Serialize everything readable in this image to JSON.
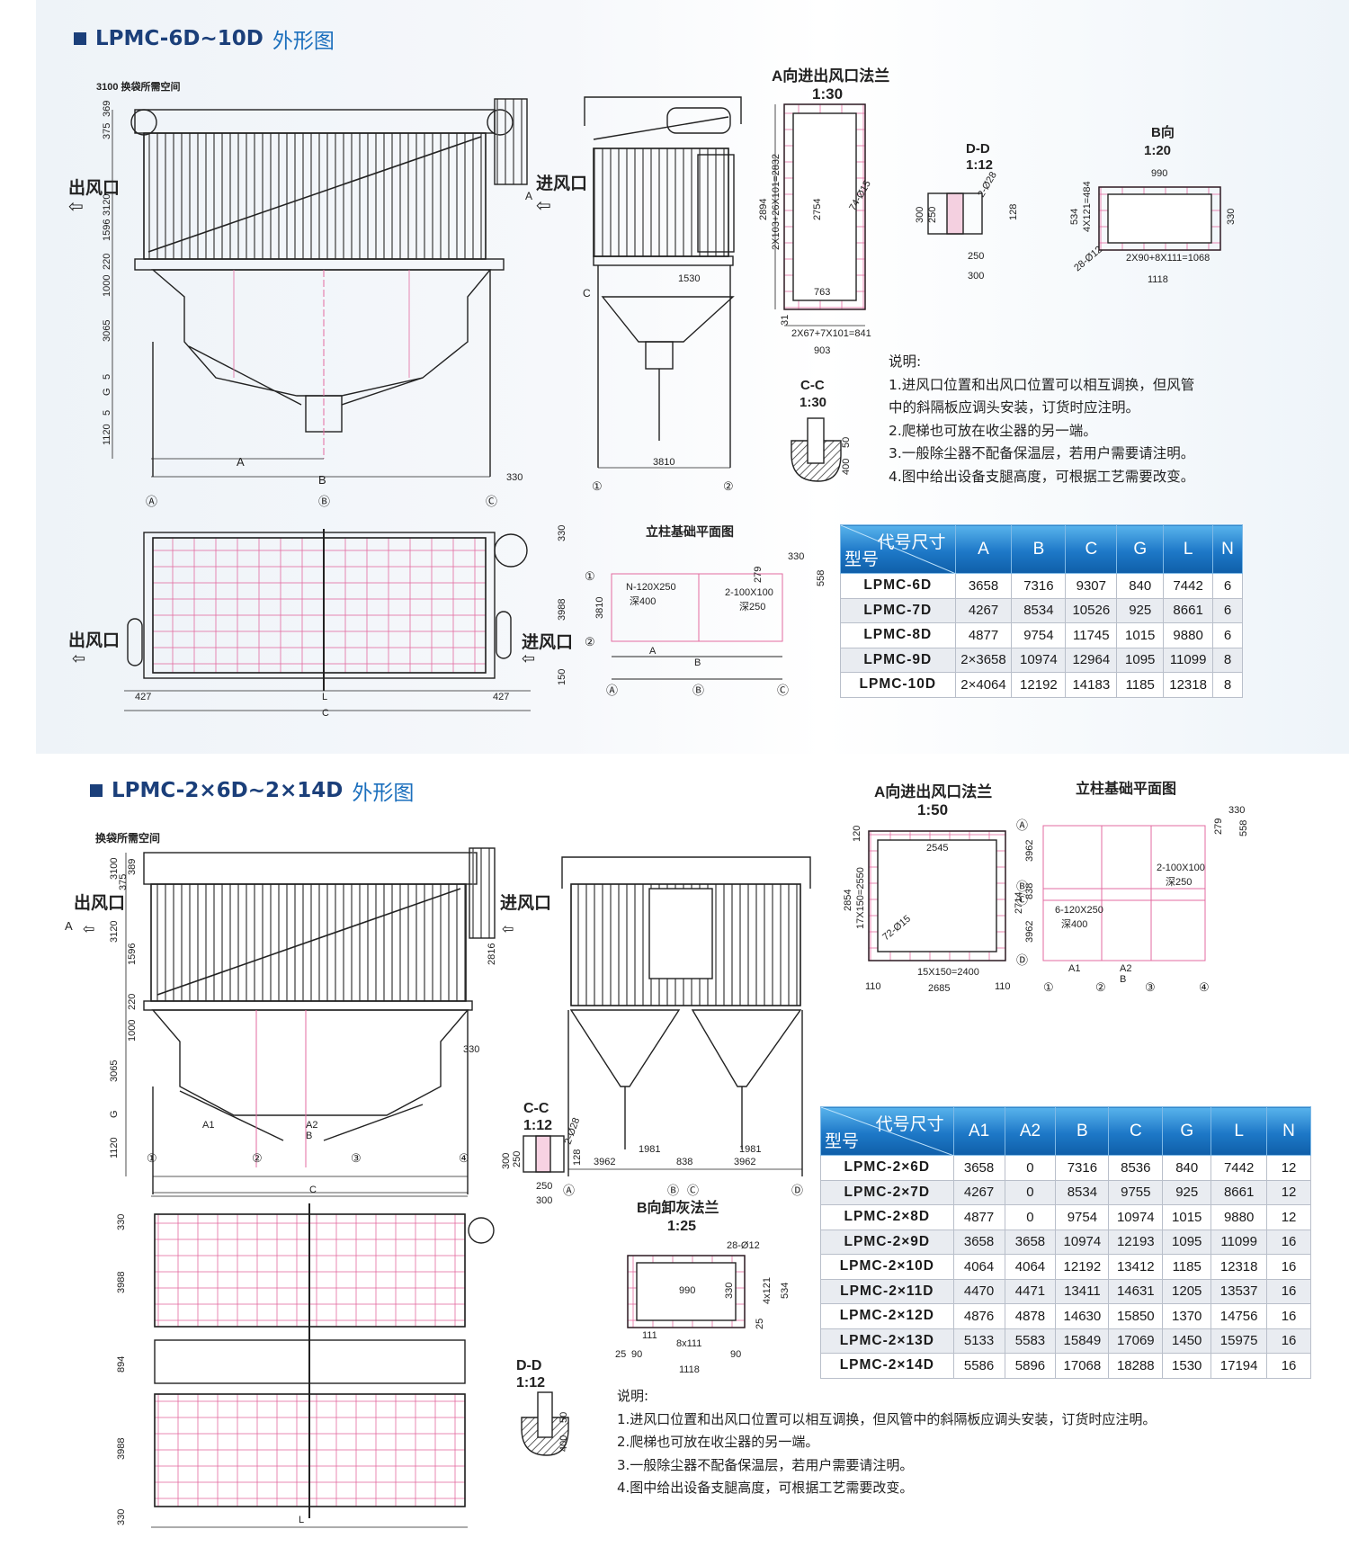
{
  "section1": {
    "title_code": "LPMC-6D~10D",
    "title_zh": "外形图",
    "labels": {
      "space": "3100 换袋所需空间",
      "outlet": "出风口",
      "inlet": "进风口",
      "a_flange_title": "A向进出风口法兰",
      "a_flange_scale": "1:30",
      "dd_title": "D-D",
      "dd_scale": "1:12",
      "b_title": "B向",
      "b_scale": "1:20",
      "cc_title": "C-C",
      "cc_scale": "1:30",
      "foundation_title": "立柱基础平面图",
      "foundation_n": "N-120X250",
      "foundation_depth1": "深400",
      "foundation_2": "2-100X100",
      "foundation_depth2": "深250"
    },
    "dims": {
      "front_v": [
        "375",
        "369",
        "3120",
        "1596",
        "220",
        "1000",
        "3065",
        "5",
        "G",
        "5",
        "1120"
      ],
      "front_a": "A",
      "front_b": "B",
      "front_330": "330",
      "side_1530": "1530",
      "side_3810": "3810",
      "side_c": "C",
      "flange_2894": "2894",
      "flange_2832": "2X103+26X101=2832",
      "flange_2754": "2754",
      "flange_74": "74-Ø15",
      "flange_763": "763",
      "flange_841": "2X67+7X101=841",
      "flange_903": "903",
      "flange_31": "31",
      "dd_300": "300",
      "dd_250": "250",
      "dd_128": "128",
      "dd_2028": "2-Ø28",
      "b_990": "990",
      "b_534": "534",
      "b_484": "4X121=484",
      "b_330": "330",
      "b_28": "28-Ø12",
      "b_1068": "2X90+8X111=1068",
      "b_1118": "1118",
      "cc_50": "50",
      "cc_400": "400",
      "plan_330": "330",
      "plan_3988": "3988",
      "plan_150": "150",
      "plan_427": "427",
      "plan_l": "L",
      "plan_c": "C",
      "found_279": "279",
      "found_558": "558",
      "found_3810": "3810"
    },
    "axis": [
      "Ⓐ",
      "Ⓑ",
      "Ⓒ",
      "①",
      "②"
    ],
    "notes_title": "说明:",
    "notes": [
      "1.进风口位置和出风口位置可以相互调换，但风管",
      "中的斜隔板应调头安装，订货时应注明。",
      "2.爬梯也可放在收尘器的另一端。",
      "3.一般除尘器不配备保温层，若用户需要请注明。",
      "4.图中给出设备支腿高度，可根据工艺需要改变。"
    ],
    "table": {
      "corner_top": "代号尺寸",
      "corner_bottom": "型号",
      "headers": [
        "A",
        "B",
        "C",
        "G",
        "L",
        "N"
      ],
      "rows": [
        [
          "LPMC-6D",
          "3658",
          "7316",
          "9307",
          "840",
          "7442",
          "6"
        ],
        [
          "LPMC-7D",
          "4267",
          "8534",
          "10526",
          "925",
          "8661",
          "6"
        ],
        [
          "LPMC-8D",
          "4877",
          "9754",
          "11745",
          "1015",
          "9880",
          "6"
        ],
        [
          "LPMC-9D",
          "2×3658",
          "10974",
          "12964",
          "1095",
          "11099",
          "8"
        ],
        [
          "LPMC-10D",
          "2×4064",
          "12192",
          "14183",
          "1185",
          "12318",
          "8"
        ]
      ]
    }
  },
  "section2": {
    "title_code": "LPMC-2×6D~2×14D",
    "title_zh": "外形图",
    "labels": {
      "space": "换袋所需空间",
      "outlet": "出风口",
      "inlet": "进风口",
      "a_flange_title": "A向进出风口法兰",
      "a_flange_scale": "1:50",
      "foundation_title": "立柱基础平面图",
      "cc_title": "C-C",
      "cc_scale": "1:12",
      "b_title": "B向卸灰法兰",
      "b_scale": "1:25",
      "dd_title": "D-D",
      "dd_scale": "1:12",
      "foundation_6": "6-120X250",
      "foundation_depth1": "深400",
      "foundation_2": "2-100X100",
      "foundation_depth2": "深250"
    },
    "dims": {
      "front_v": [
        "3100",
        "389",
        "375",
        "3120",
        "1596",
        "220",
        "1000",
        "3065",
        "G",
        "1120"
      ],
      "front_2816": "2816",
      "front_330": "330",
      "a1": "A1",
      "a2": "A2",
      "b": "B",
      "side_1981a": "1981",
      "side_1981b": "1981",
      "side_3962a": "3962",
      "side_838": "838",
      "side_3962b": "3962",
      "af_2545": "2545",
      "af_2854": "2854",
      "af_2550": "17X150=2550",
      "af_2714": "2714",
      "af_72": "72-Ø15",
      "af_2400": "15X150=2400",
      "af_2685": "2685",
      "af_110a": "110",
      "af_110b": "110",
      "af_120": "120",
      "fd_3962a": "3962",
      "fd_838": "838",
      "fd_3962b": "3962",
      "fd_a1": "A1",
      "fd_a2": "A2",
      "fd_b": "B",
      "fd_279": "279",
      "fd_330": "330",
      "fd_558": "558",
      "plan_c": "C",
      "plan_l": "L",
      "plan_330a": "330",
      "plan_3988a": "3988",
      "plan_894": "894",
      "plan_3988b": "3988",
      "plan_330b": "330",
      "cc_300a": "300",
      "cc_250": "250",
      "cc_128": "128",
      "cc_2028": "2-Ø28",
      "cc_300b": "300",
      "bf_28": "28-Ø12",
      "bf_990": "990",
      "bf_330": "330",
      "bf_484": "4x121",
      "bf_534": "534",
      "bf_111": "111",
      "bf_8x111": "8x111",
      "bf_25a": "25",
      "bf_90a": "90",
      "bf_90b": "90",
      "bf_1118": "1118",
      "bf_25b": "25",
      "dd_50": "50",
      "dd_400": "400"
    },
    "axis": [
      "①",
      "②",
      "③",
      "④",
      "Ⓐ",
      "Ⓑ",
      "Ⓒ",
      "Ⓓ"
    ],
    "notes_title": "说明:",
    "notes": [
      "1.进风口位置和出风口位置可以相互调换，但风管中的斜隔板应调头安装，订货时应注明。",
      "2.爬梯也可放在收尘器的另一端。",
      "3.一般除尘器不配备保温层，若用户需要请注明。",
      "4.图中给出设备支腿高度，可根据工艺需要改变。"
    ],
    "table": {
      "corner_top": "代号尺寸",
      "corner_bottom": "型号",
      "headers": [
        "A1",
        "A2",
        "B",
        "C",
        "G",
        "L",
        "N"
      ],
      "rows": [
        [
          "LPMC-2×6D",
          "3658",
          "0",
          "7316",
          "8536",
          "840",
          "7442",
          "12"
        ],
        [
          "LPMC-2×7D",
          "4267",
          "0",
          "8534",
          "9755",
          "925",
          "8661",
          "12"
        ],
        [
          "LPMC-2×8D",
          "4877",
          "0",
          "9754",
          "10974",
          "1015",
          "9880",
          "12"
        ],
        [
          "LPMC-2×9D",
          "3658",
          "3658",
          "10974",
          "12193",
          "1095",
          "11099",
          "16"
        ],
        [
          "LPMC-2×10D",
          "4064",
          "4064",
          "12192",
          "13412",
          "1185",
          "12318",
          "16"
        ],
        [
          "LPMC-2×11D",
          "4470",
          "4471",
          "13411",
          "14631",
          "1205",
          "13537",
          "16"
        ],
        [
          "LPMC-2×12D",
          "4876",
          "4878",
          "14630",
          "15850",
          "1370",
          "14756",
          "16"
        ],
        [
          "LPMC-2×13D",
          "5133",
          "5583",
          "15849",
          "17069",
          "1450",
          "15975",
          "16"
        ],
        [
          "LPMC-2×14D",
          "5586",
          "5896",
          "17068",
          "18288",
          "1530",
          "17194",
          "16"
        ]
      ]
    }
  }
}
